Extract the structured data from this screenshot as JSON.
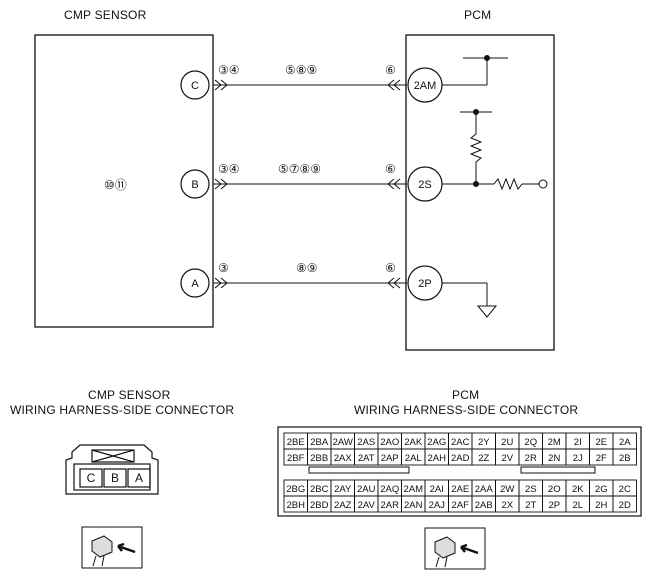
{
  "titles": {
    "cmp_sensor": "CMP SENSOR",
    "pcm": "PCM",
    "cmp_conn_line1": "CMP SENSOR",
    "cmp_conn_line2": "WIRING HARNESS-SIDE CONNECTOR",
    "pcm_conn_line1": "PCM",
    "pcm_conn_line2": "WIRING HARNESS-SIDE CONNECTOR"
  },
  "sensor_note": "⑩⑪",
  "sensor_pins": [
    "C",
    "B",
    "A"
  ],
  "pcm_pins": [
    "2AM",
    "2S",
    "2P"
  ],
  "wires": [
    {
      "left_marks": "③④",
      "mid_marks": "⑤⑧⑨",
      "right_marks": "⑥"
    },
    {
      "left_marks": "③④",
      "mid_marks": "⑤⑦⑧⑨",
      "right_marks": "⑥"
    },
    {
      "left_marks": "③",
      "mid_marks": "⑧⑨",
      "right_marks": "⑥"
    }
  ],
  "cmp_connector_pins": [
    "C",
    "B",
    "A"
  ],
  "pcm_connector": {
    "rows": [
      [
        "2BE",
        "2BA",
        "2AW",
        "2AS",
        "2AO",
        "2AK",
        "2AG",
        "2AC",
        "2Y",
        "2U",
        "2Q",
        "2M",
        "2I",
        "2E",
        "2A"
      ],
      [
        "2BF",
        "2BB",
        "2AX",
        "2AT",
        "2AP",
        "2AL",
        "2AH",
        "2AD",
        "2Z",
        "2V",
        "2R",
        "2N",
        "2J",
        "2F",
        "2B"
      ],
      [
        "2BG",
        "2BC",
        "2AY",
        "2AU",
        "2AQ",
        "2AM",
        "2AI",
        "2AE",
        "2AA",
        "2W",
        "2S",
        "2O",
        "2K",
        "2G",
        "2C"
      ],
      [
        "2BH",
        "2BD",
        "2AZ",
        "2AV",
        "2AR",
        "2AN",
        "2AJ",
        "2AF",
        "2AB",
        "2X",
        "2T",
        "2P",
        "2L",
        "2H",
        "2D"
      ]
    ]
  }
}
